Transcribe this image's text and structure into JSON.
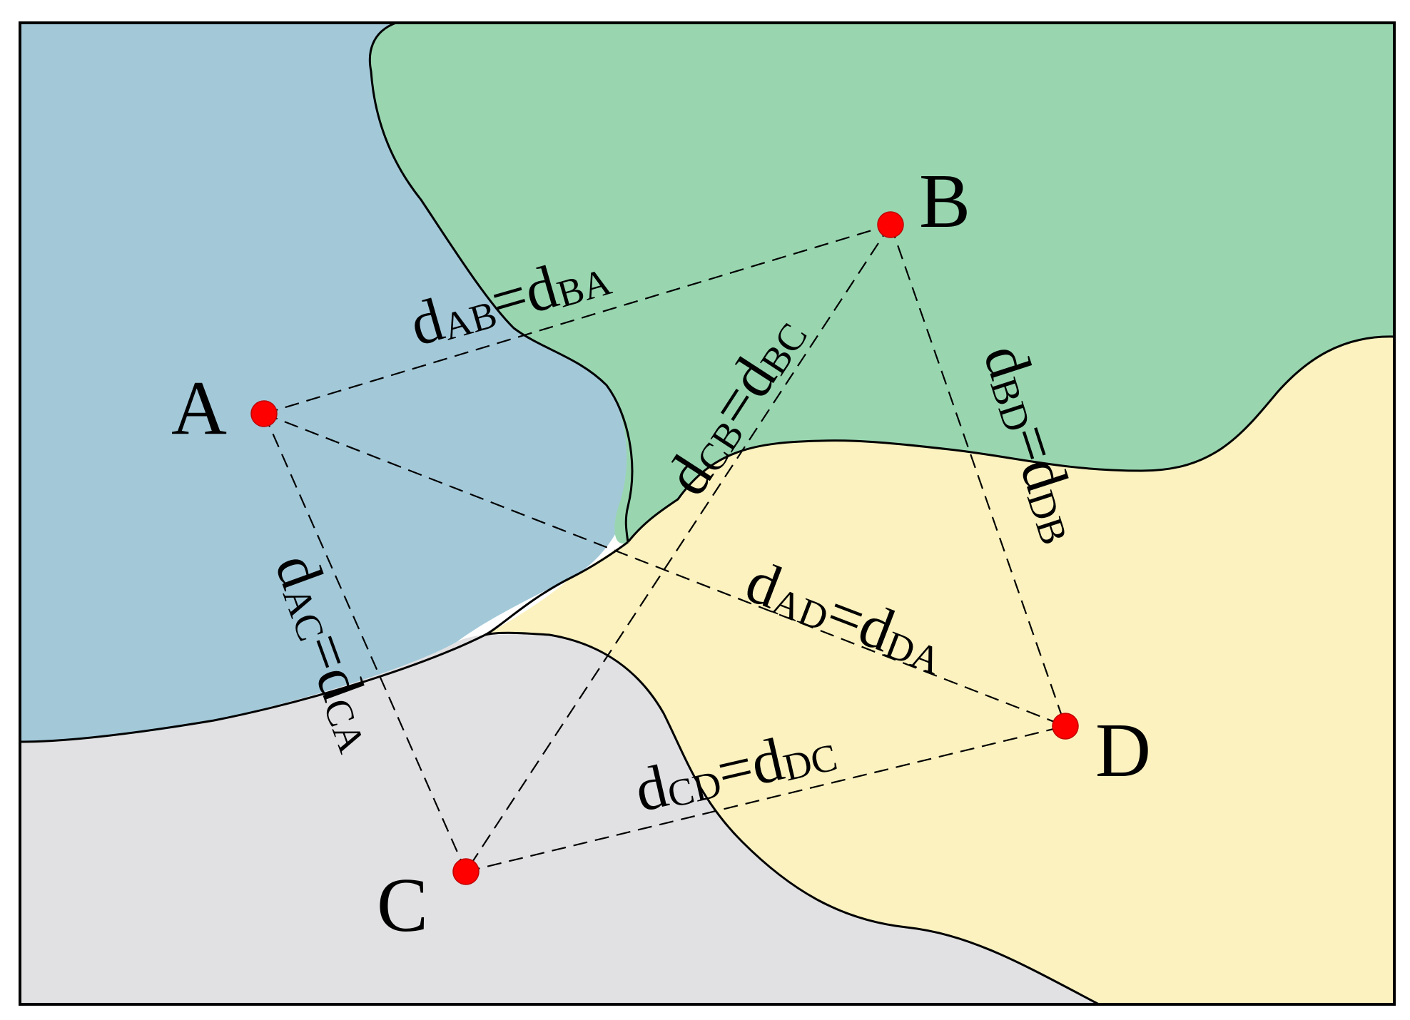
{
  "regions": {
    "colors": {
      "blue": "#a3c9d9",
      "green": "#99d6b0",
      "yellow": "#fbf2bf",
      "gray": "#e1e1e3"
    }
  },
  "node_color": "#ff0000",
  "points": {
    "A": {
      "label": "A"
    },
    "B": {
      "label": "B"
    },
    "C": {
      "label": "C"
    },
    "D": {
      "label": "D"
    }
  },
  "distances": {
    "AB": {
      "d1": "d",
      "s1": "AB",
      "eq": "=",
      "d2": "d",
      "s2": "BA"
    },
    "AC": {
      "d1": "d",
      "s1": "AC",
      "eq": "=",
      "d2": "d",
      "s2": "CA"
    },
    "AD": {
      "d1": "d",
      "s1": "AD",
      "eq": "=",
      "d2": "d",
      "s2": "DA"
    },
    "BC": {
      "d1": "d",
      "s1": "CB",
      "eq": "=",
      "d2": "d",
      "s2": "BC"
    },
    "BD": {
      "d1": "d",
      "s1": "BD",
      "eq": "=",
      "d2": "d",
      "s2": "DB"
    },
    "CD": {
      "d1": "d",
      "s1": "CD",
      "eq": "=",
      "d2": "d",
      "s2": "DC"
    }
  }
}
